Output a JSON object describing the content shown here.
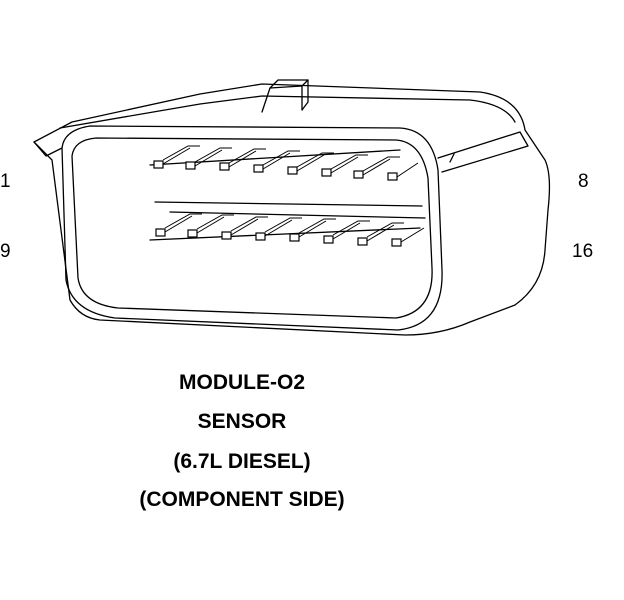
{
  "pin_labels": {
    "top_left": "1",
    "top_right": "8",
    "bottom_left": "9",
    "bottom_right": "16"
  },
  "caption": {
    "line1": "MODULE-O2",
    "line2": "SENSOR",
    "line3": "(6.7L DIESEL)",
    "line4": "(COMPONENT SIDE)"
  },
  "colors": {
    "ink": "#000000",
    "background": "#ffffff"
  },
  "pins": {
    "rows": 2,
    "per_row": 8
  }
}
